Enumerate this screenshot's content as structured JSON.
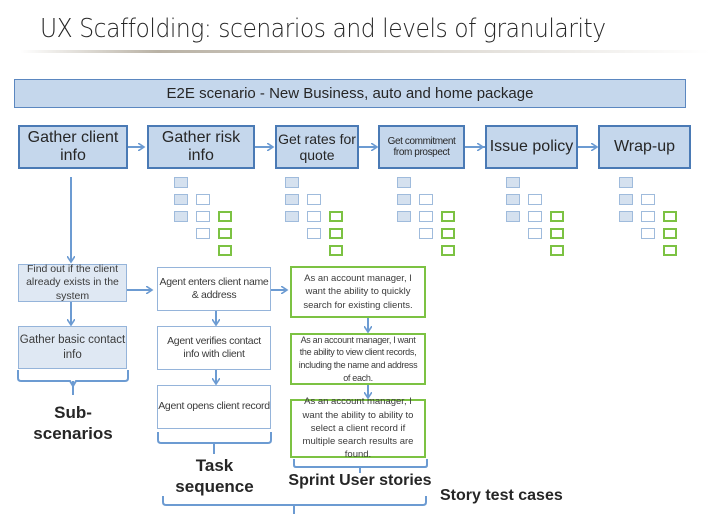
{
  "title": "UX Scaffolding: scenarios and levels of granularity",
  "banner": "E2E scenario - New Business, auto and home package",
  "steps": [
    {
      "label": "Gather client info"
    },
    {
      "label": "Gather risk info"
    },
    {
      "label": "Get rates for quote"
    },
    {
      "label": "Get commitment from prospect"
    },
    {
      "label": "Issue policy"
    },
    {
      "label": "Wrap-up"
    }
  ],
  "sub_scenarios": [
    "Find out if the client already exists in the system",
    "Gather basic contact info"
  ],
  "tasks": [
    "Agent enters client name & address",
    "Agent verifies contact info with client",
    "Agent opens client record"
  ],
  "stories": [
    "As an account manager, I want the ability to quickly search for existing clients.",
    "As an account manager, I want the ability to view client records, including the name and address of each.",
    "As an account manager, I want the ability to ability to select a client record if multiple search results are found."
  ],
  "labels": {
    "sub_scenarios": "Sub-scenarios",
    "sub_line1": "Sub-",
    "sub_line2": "scenarios",
    "task_line1": "Task",
    "task_line2": "sequence",
    "stories": "Sprint User stories",
    "test_cases": "Story test cases"
  },
  "colors": {
    "step_fill": "#c5d7ec",
    "step_border": "#4a7ab5",
    "connector": "#6c9bd2",
    "story_border": "#7cc243"
  }
}
